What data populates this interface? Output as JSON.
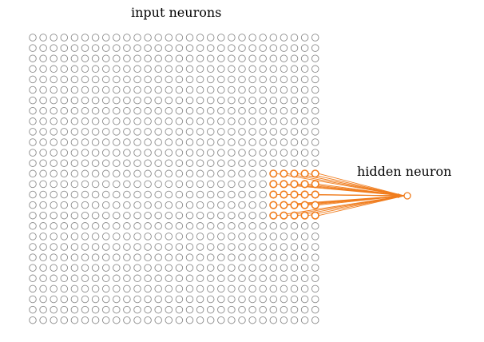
{
  "labels": {
    "input": "input neurons",
    "hidden": "hidden neuron"
  },
  "grid": {
    "rows": 28,
    "cols": 28
  },
  "receptive_field": {
    "row_start": 13,
    "col_start": 23,
    "size": 5
  },
  "colors": {
    "neuron": "#8c8c8c",
    "highlight": "#f07d1e",
    "text": "#000000"
  }
}
